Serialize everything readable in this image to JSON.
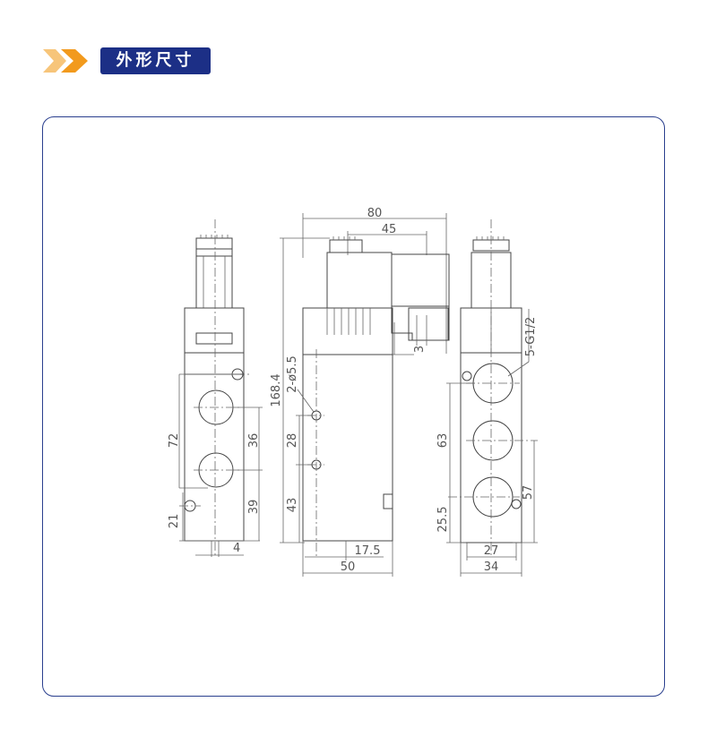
{
  "header": {
    "title": "外形尺寸",
    "icon": "double-chevron-icon"
  },
  "colors": {
    "accent": "#f29a1d",
    "accent_light": "#f7c57a",
    "brand": "#1c2f86",
    "frame": "#2a3f8e"
  },
  "dims": {
    "d80": "80",
    "d45": "45",
    "d168": "168.4",
    "dholes": "2-ø5.5",
    "d72": "72",
    "d36": "36",
    "d39": "39",
    "d21": "21",
    "d4": "4",
    "d28": "28",
    "d43": "43",
    "d175": "17.5",
    "d50": "50",
    "d3": "3",
    "dthread": "5-G1/2",
    "d63": "63",
    "d57": "57",
    "d255": "25.5",
    "d27": "27",
    "d34": "34"
  }
}
